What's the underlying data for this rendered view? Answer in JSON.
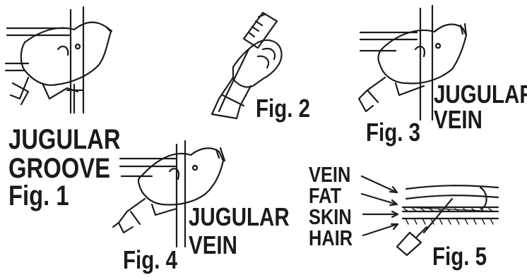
{
  "figure1": {
    "line1": "JUGULAR",
    "line2": "GROOVE",
    "caption": "Fig. 1"
  },
  "figure2": {
    "caption": "Fig. 2"
  },
  "figure3": {
    "line1": "JUGULAR",
    "line2": "VEIN",
    "caption": "Fig. 3"
  },
  "figure4": {
    "line1": "JUGULAR",
    "line2": "VEIN",
    "caption": "Fig. 4"
  },
  "figure5": {
    "layers": [
      "VEIN",
      "FAT",
      "SKIN",
      "HAIR"
    ],
    "caption": "Fig. 5"
  },
  "colors": {
    "ink": "#1b1b1b",
    "background": "#ffffff"
  },
  "icons": [
    "pig-head-icon",
    "syringe-in-hand-icon",
    "needle-cross-section-icon"
  ]
}
